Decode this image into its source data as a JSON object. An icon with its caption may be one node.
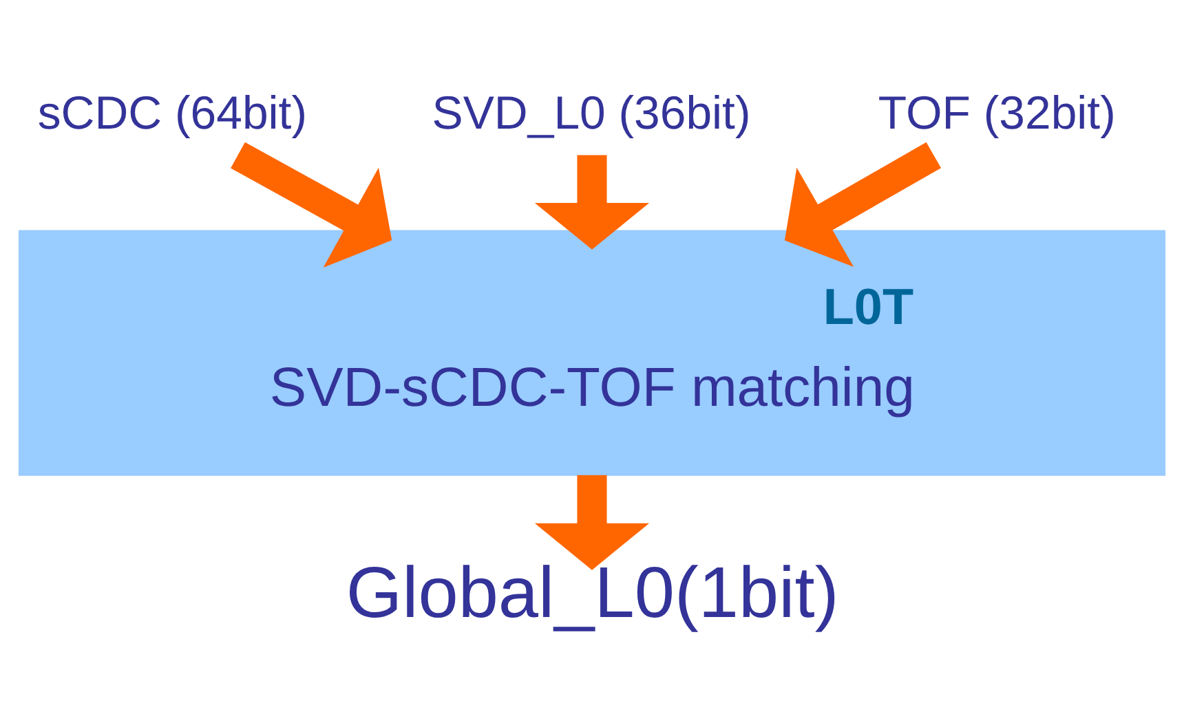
{
  "diagram": {
    "nodes": [
      {
        "text": [
          "sCDC (64bit)"
        ]
      },
      {
        "text": [
          "SVD_L0 (36bit)"
        ]
      },
      {
        "text": [
          "TOF (32bit)"
        ]
      },
      {
        "text": [
          "L0T",
          "SVD-sCDC-TOF matching"
        ]
      },
      {
        "text": [
          "Global_L0(1bit)"
        ]
      }
    ],
    "edges": [
      {
        "from": 0,
        "to": 3,
        "arrow": "to"
      },
      {
        "from": 1,
        "to": 3,
        "arrow": "to"
      },
      {
        "from": 2,
        "to": 3,
        "arrow": "to"
      },
      {
        "from": 3,
        "to": 4,
        "arrow": "to"
      }
    ]
  }
}
